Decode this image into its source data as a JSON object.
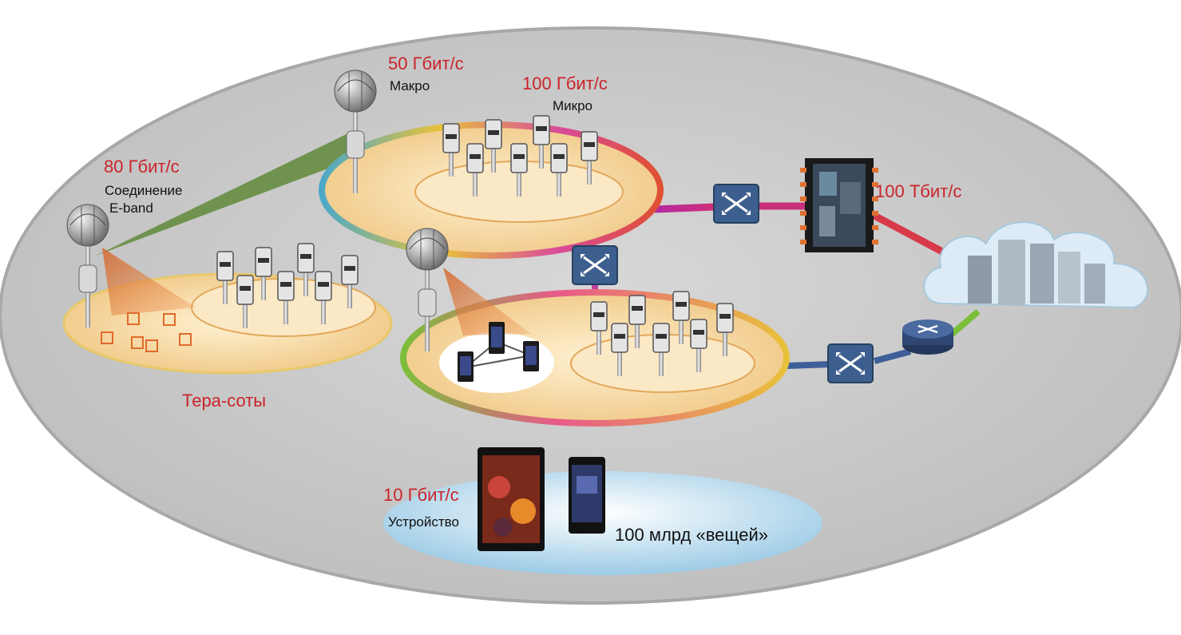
{
  "colors": {
    "speed_text": "#c9252b",
    "desc_text": "#111111",
    "outer_disc": "#cfcfcf",
    "cell_fill": "#f6dcaa",
    "device_disc": "#cfe6f4",
    "beam": "#d9783f",
    "link_green": "#5f8a3a",
    "link_magenta": "#d0308a",
    "link_blue": "#3f5f9a"
  },
  "labels": {
    "macro_speed": "50 Гбит/с",
    "macro_name": "Макро",
    "micro_speed": "100 Гбит/с",
    "micro_name": "Микро",
    "eband_speed": "80 Гбит/с",
    "eband_name_1": "Соединение",
    "eband_name_2": "E-band",
    "core_speed": "100 Тбит/с",
    "tera_cells": "Тера-соты",
    "device_speed": "10 Гбит/с",
    "device_name": "Устройство",
    "things": "100 млрд «вещей»"
  },
  "icons": [
    "macro-antenna-icon",
    "small-cell-icon",
    "switch-icon",
    "router-icon",
    "chip-icon",
    "server-cloud-icon",
    "smartphone-icon",
    "tablet-icon",
    "microchip-icon"
  ]
}
